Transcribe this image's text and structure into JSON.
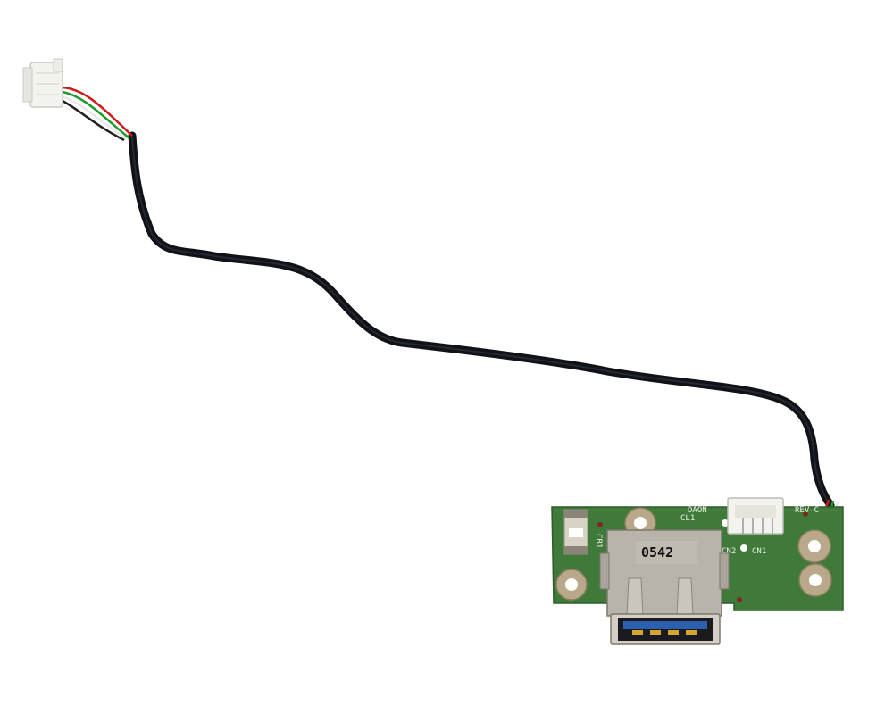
{
  "image": {
    "subject": "USB port board with cable",
    "colors": {
      "background": "#ffffff",
      "pcb": "#3f7a3a",
      "cable": "#14161c",
      "connector_body": "#f2f2ee",
      "usb_metal": "#b8b4aa",
      "usb_tongue": "#2b5fb0"
    }
  },
  "labels": {
    "stamp": "0542",
    "board_code_left": "DAON",
    "board_rev": "REV C",
    "cl1": "CL1",
    "cn2": "CN2",
    "cn1": "CN1",
    "cb1": "CB1"
  }
}
